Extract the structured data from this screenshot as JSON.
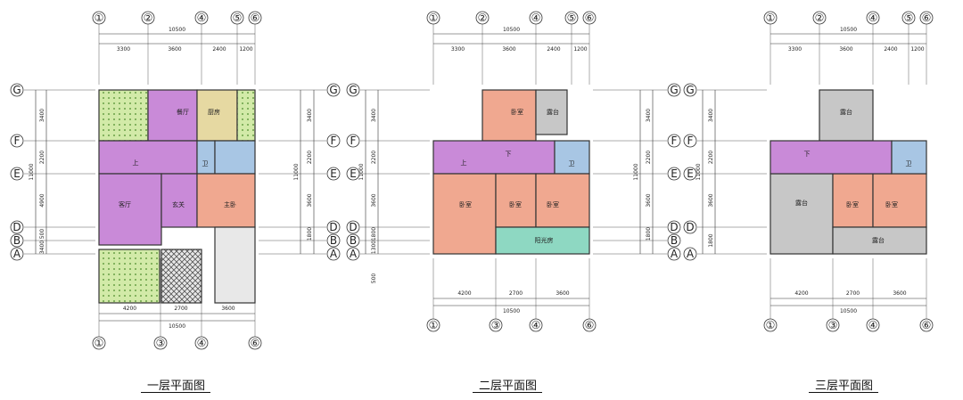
{
  "plans": [
    {
      "caption": "一层平面图",
      "top_axes": [
        "①",
        "②",
        "④",
        "⑤",
        "⑥"
      ],
      "bottom_axes": [
        "①",
        "③",
        "④",
        "⑥"
      ],
      "top_total": "10500",
      "top_dims": [
        "3300",
        "3600",
        "2400",
        "1200"
      ],
      "bottom_total": "10500",
      "bottom_dims": [
        "4200",
        "2700",
        "3600"
      ],
      "row_axes": [
        "G",
        "F",
        "E",
        "D",
        "B",
        "A"
      ],
      "left_total": "11000",
      "left_dims": [
        "3400",
        "2200",
        "4900",
        "500",
        "3400"
      ],
      "right_total": "11000",
      "right_dims": [
        "3400",
        "2200",
        "3600",
        "1800"
      ],
      "room_labels": [
        "餐厅",
        "厨房",
        "客厅",
        "卫",
        "主卧",
        "玄关",
        "上"
      ]
    },
    {
      "caption": "二层平面图",
      "top_axes": [
        "①",
        "②",
        "④",
        "⑤",
        "⑥"
      ],
      "bottom_axes": [
        "①",
        "③",
        "④",
        "⑥"
      ],
      "top_total": "10500",
      "top_dims": [
        "3300",
        "3600",
        "2400",
        "1200"
      ],
      "bottom_total": "10500",
      "bottom_dims": [
        "4200",
        "2700",
        "3600"
      ],
      "row_axes": [
        "G",
        "F",
        "E",
        "D",
        "B",
        "A"
      ],
      "left_total": "11000",
      "left_dims": [
        "3400",
        "2200",
        "3600",
        "1800",
        "1300",
        "500"
      ],
      "right_total": "11000",
      "right_dims": [
        "3400",
        "2200",
        "3600",
        "1800"
      ],
      "room_labels": [
        "卧室",
        "露台",
        "卫",
        "卧室",
        "卧室",
        "卧室",
        "阳光房",
        "上",
        "下"
      ]
    },
    {
      "caption": "三层平面图",
      "top_axes": [
        "①",
        "②",
        "④",
        "⑤",
        "⑥"
      ],
      "bottom_axes": [
        "①",
        "③",
        "④",
        "⑥"
      ],
      "top_total": "10500",
      "top_dims": [
        "3300",
        "3600",
        "2400",
        "1200"
      ],
      "bottom_total": "10500",
      "bottom_dims": [
        "4200",
        "2700",
        "3600"
      ],
      "row_axes": [
        "G",
        "F",
        "E",
        "D",
        "A"
      ],
      "left_total": "11000",
      "left_dims": [
        "3400",
        "2200",
        "3600",
        "1800"
      ],
      "room_labels": [
        "露台",
        "露台",
        "卧室",
        "卧室",
        "露台",
        "卫",
        "下"
      ]
    }
  ],
  "colors": {
    "living": "#c98ad8",
    "bedroom": "#f0a890",
    "kitchen": "#e6d9a2",
    "bath": "#a8c6e4",
    "terrace": "#c7c7c7",
    "garden": "#cfe8a8",
    "sunroom": "#8ed8c2",
    "wall": "#333333"
  }
}
